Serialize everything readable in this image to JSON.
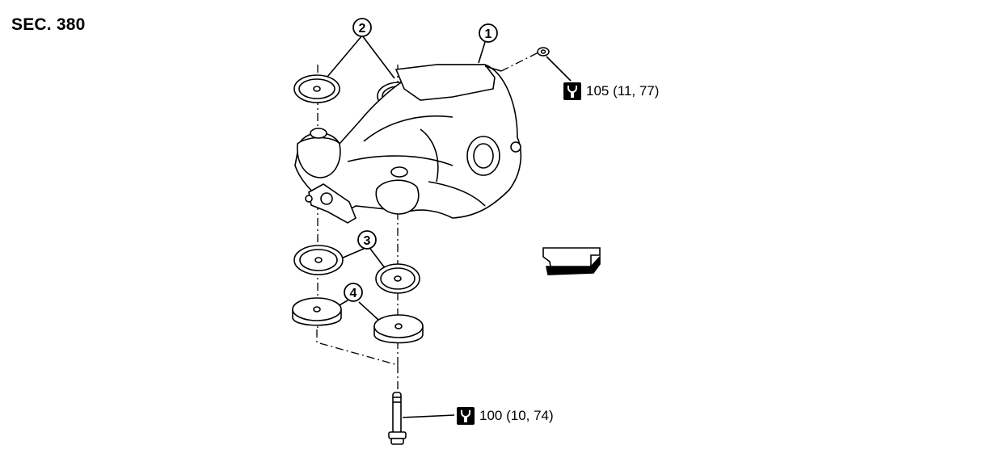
{
  "section_label": "SEC. 380",
  "callouts": [
    {
      "id": "1",
      "label": "1"
    },
    {
      "id": "2",
      "label": "2"
    },
    {
      "id": "3",
      "label": "3"
    },
    {
      "id": "4",
      "label": "4"
    }
  ],
  "torques": [
    {
      "value": "105 (11, 77)",
      "icon": "torque-wrench-icon"
    },
    {
      "value": "100 (10, 74)",
      "icon": "torque-wrench-icon"
    }
  ]
}
